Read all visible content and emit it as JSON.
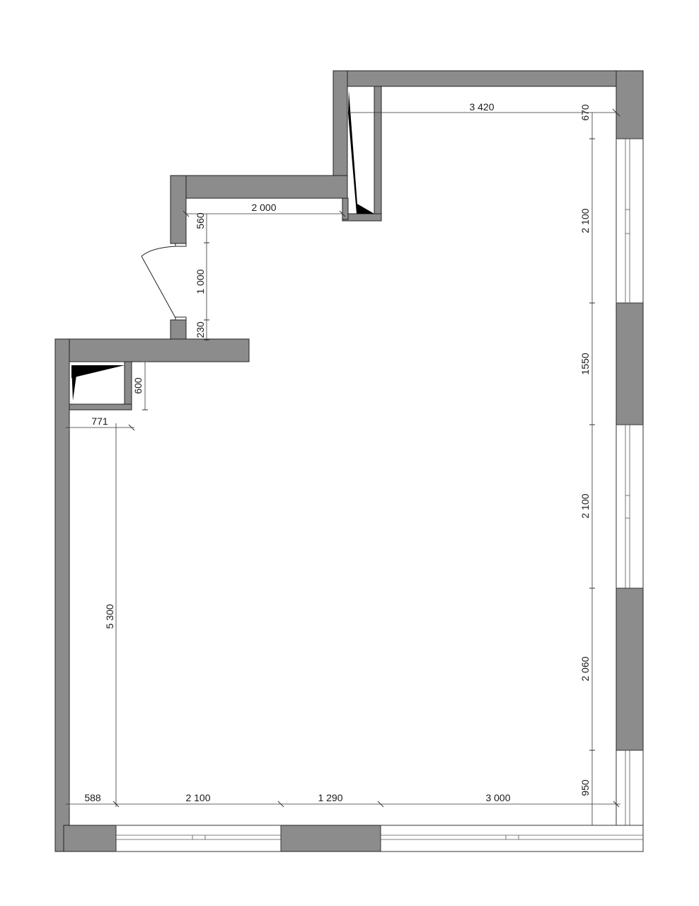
{
  "dimensions": {
    "top_width": "3 420",
    "top_right_offset": "670",
    "bay_width": "2 000",
    "corridor_offset": "560",
    "door_width": "1 000",
    "door_offset": "230",
    "niche_depth": "600",
    "niche_width": "771",
    "left_height": "5 300",
    "right_window_1": "2 100",
    "right_pier_1": "1550",
    "right_window_2": "2 100",
    "right_pier_2": "2 060",
    "right_bottom": "950",
    "bottom_1": "588",
    "bottom_2": "2 100",
    "bottom_3": "1 290",
    "bottom_4": "3 000"
  }
}
